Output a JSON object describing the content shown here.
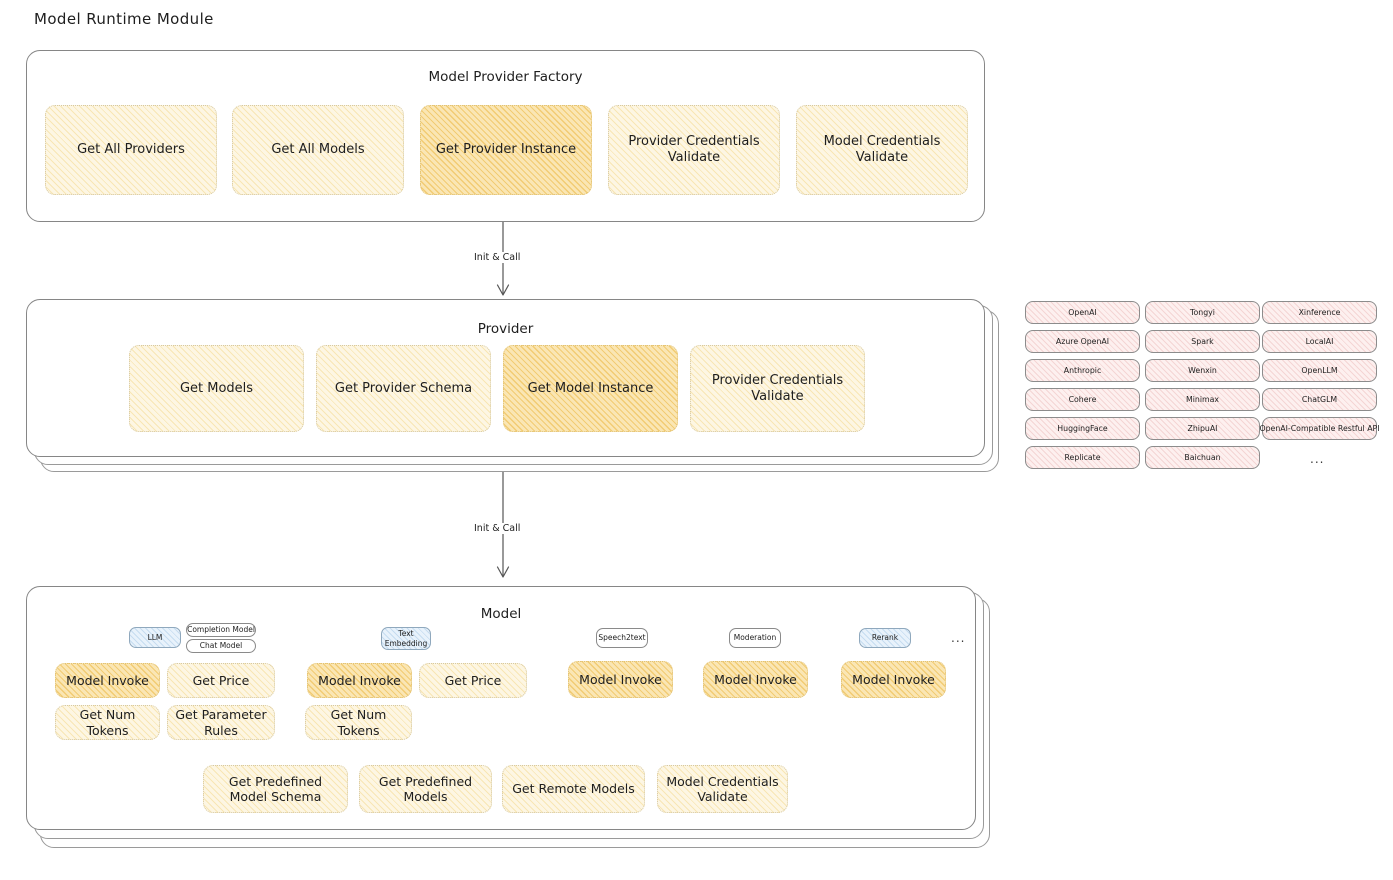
{
  "page": {
    "title": "Model Runtime Module"
  },
  "factory": {
    "title": "Model Provider Factory",
    "nodes": [
      {
        "label": "Get All Providers",
        "highlight": false
      },
      {
        "label": "Get All Models",
        "highlight": false
      },
      {
        "label": "Get Provider Instance",
        "highlight": true
      },
      {
        "label": "Provider Credentials Validate",
        "highlight": false
      },
      {
        "label": "Model Credentials Validate",
        "highlight": false
      }
    ]
  },
  "arrows": [
    {
      "label": "Init & Call"
    },
    {
      "label": "Init & Call"
    }
  ],
  "provider": {
    "title": "Provider",
    "nodes": [
      {
        "label": "Get Models",
        "highlight": false
      },
      {
        "label": "Get Provider Schema",
        "highlight": false
      },
      {
        "label": "Get Model Instance",
        "highlight": true
      },
      {
        "label": "Provider Credentials Validate",
        "highlight": false
      }
    ]
  },
  "provider_list": {
    "columns": [
      [
        "OpenAI",
        "Azure OpenAI",
        "Anthropic",
        "Cohere",
        "HuggingFace",
        "Replicate"
      ],
      [
        "Tongyi",
        "Spark",
        "Wenxin",
        "Minimax",
        "ZhipuAI",
        "Baichuan"
      ],
      [
        "Xinference",
        "LocalAI",
        "OpenLLM",
        "ChatGLM",
        "OpenAI-Compatible Restful API"
      ]
    ],
    "more": "..."
  },
  "model": {
    "title": "Model",
    "more": "...",
    "types": [
      {
        "tag": "LLM",
        "tag_style": "blue",
        "subtags": [
          "Completion Model",
          "Chat Model"
        ],
        "nodes": [
          {
            "label": "Model Invoke",
            "highlight": true
          },
          {
            "label": "Get Price",
            "highlight": false
          },
          {
            "label": "Get Num Tokens",
            "highlight": false
          },
          {
            "label": "Get Parameter Rules",
            "highlight": false
          }
        ]
      },
      {
        "tag": "Text Embedding",
        "tag_style": "blue",
        "subtags": [],
        "nodes": [
          {
            "label": "Model Invoke",
            "highlight": true
          },
          {
            "label": "Get Price",
            "highlight": false
          },
          {
            "label": "Get Num Tokens",
            "highlight": false
          }
        ]
      },
      {
        "tag": "Speech2text",
        "tag_style": "plain",
        "subtags": [],
        "nodes": [
          {
            "label": "Model Invoke",
            "highlight": true
          }
        ]
      },
      {
        "tag": "Moderation",
        "tag_style": "plain",
        "subtags": [],
        "nodes": [
          {
            "label": "Model Invoke",
            "highlight": true
          }
        ]
      },
      {
        "tag": "Rerank",
        "tag_style": "blue",
        "subtags": [],
        "nodes": [
          {
            "label": "Model Invoke",
            "highlight": true
          }
        ]
      }
    ],
    "common_nodes": [
      {
        "label": "Get Predefined Model Schema"
      },
      {
        "label": "Get Predefined Models"
      },
      {
        "label": "Get Remote Models"
      },
      {
        "label": "Model Credentials Validate"
      }
    ]
  },
  "colors": {
    "node_fill": "#fdf6e3",
    "node_fill_strong": "#fae6b4",
    "chip_fill": "#fdf0ef",
    "tag_blue": "#e8f2fb",
    "stroke": "#868686",
    "text": "#1e1e1e"
  }
}
